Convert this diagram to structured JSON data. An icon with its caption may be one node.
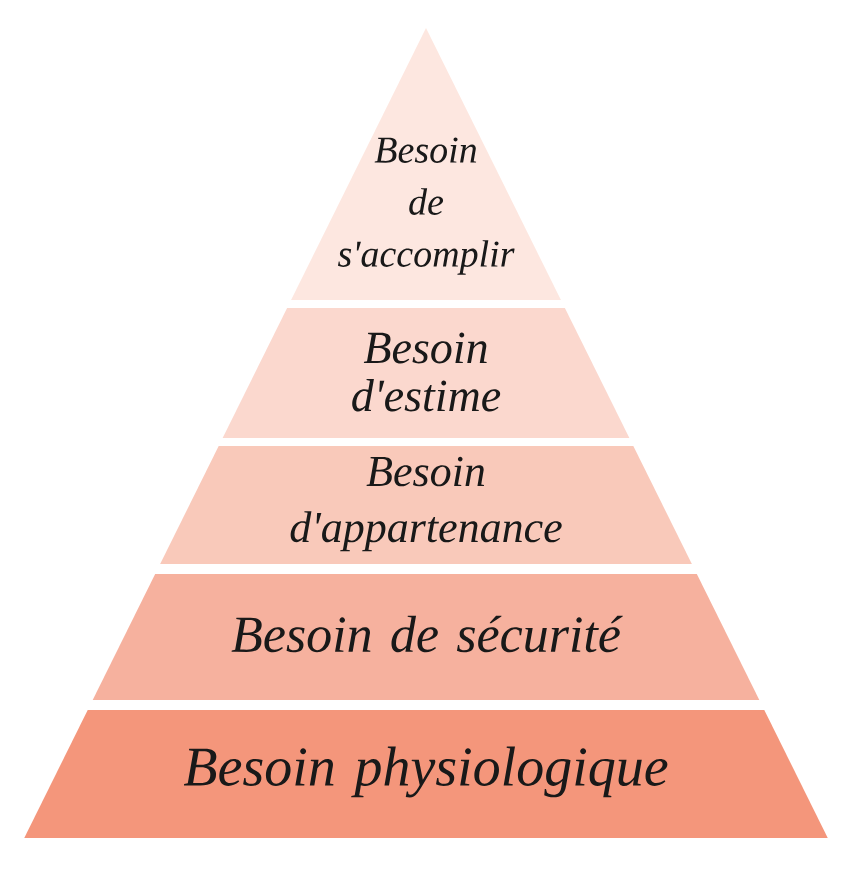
{
  "diagram": {
    "nodes": [
      {
        "text": [
          "Besoin de s'accomplir"
        ]
      },
      {
        "text": [
          "Besoin d'estime"
        ]
      },
      {
        "text": [
          "Besoin d'appartenance"
        ]
      },
      {
        "text": [
          "Besoin de sécurité"
        ]
      },
      {
        "text": [
          "Besoin physiologique"
        ]
      }
    ]
  }
}
